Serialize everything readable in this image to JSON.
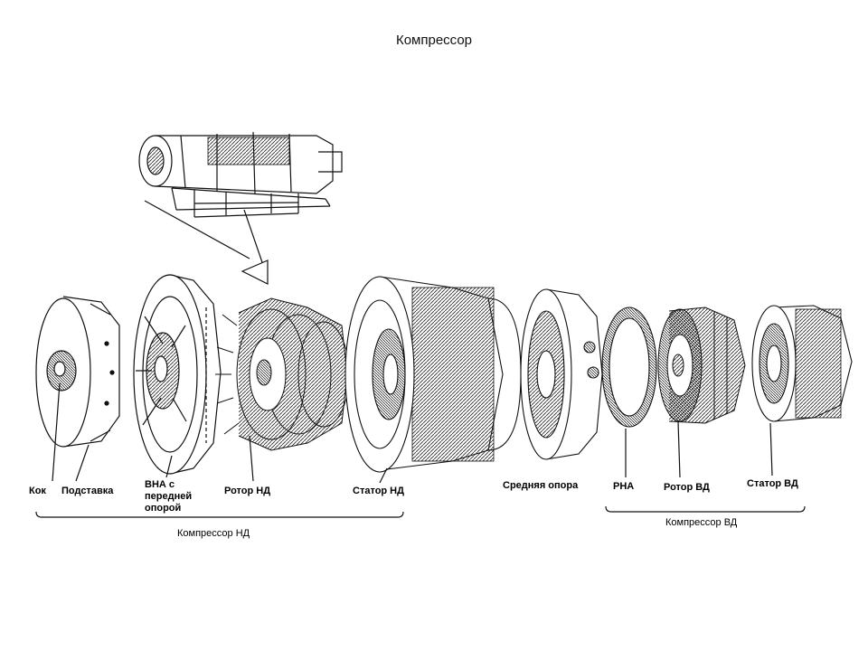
{
  "title": "Компрессор",
  "labels": {
    "kok": "Кок",
    "podstavka": "Подставка",
    "vna_line1": "ВНА с",
    "vna_line2": "передней",
    "vna_line3": "опорой",
    "rotor_nd": "Ротор НД",
    "stator_nd": "Статор НД",
    "srednyaya_opora": "Средняя опора",
    "rna": "РНА",
    "rotor_vd": "Ротор ВД",
    "stator_vd": "Статор ВД"
  },
  "groups": {
    "compressor_nd": "Компрессор НД",
    "compressor_vd": "Компрессор ВД"
  }
}
